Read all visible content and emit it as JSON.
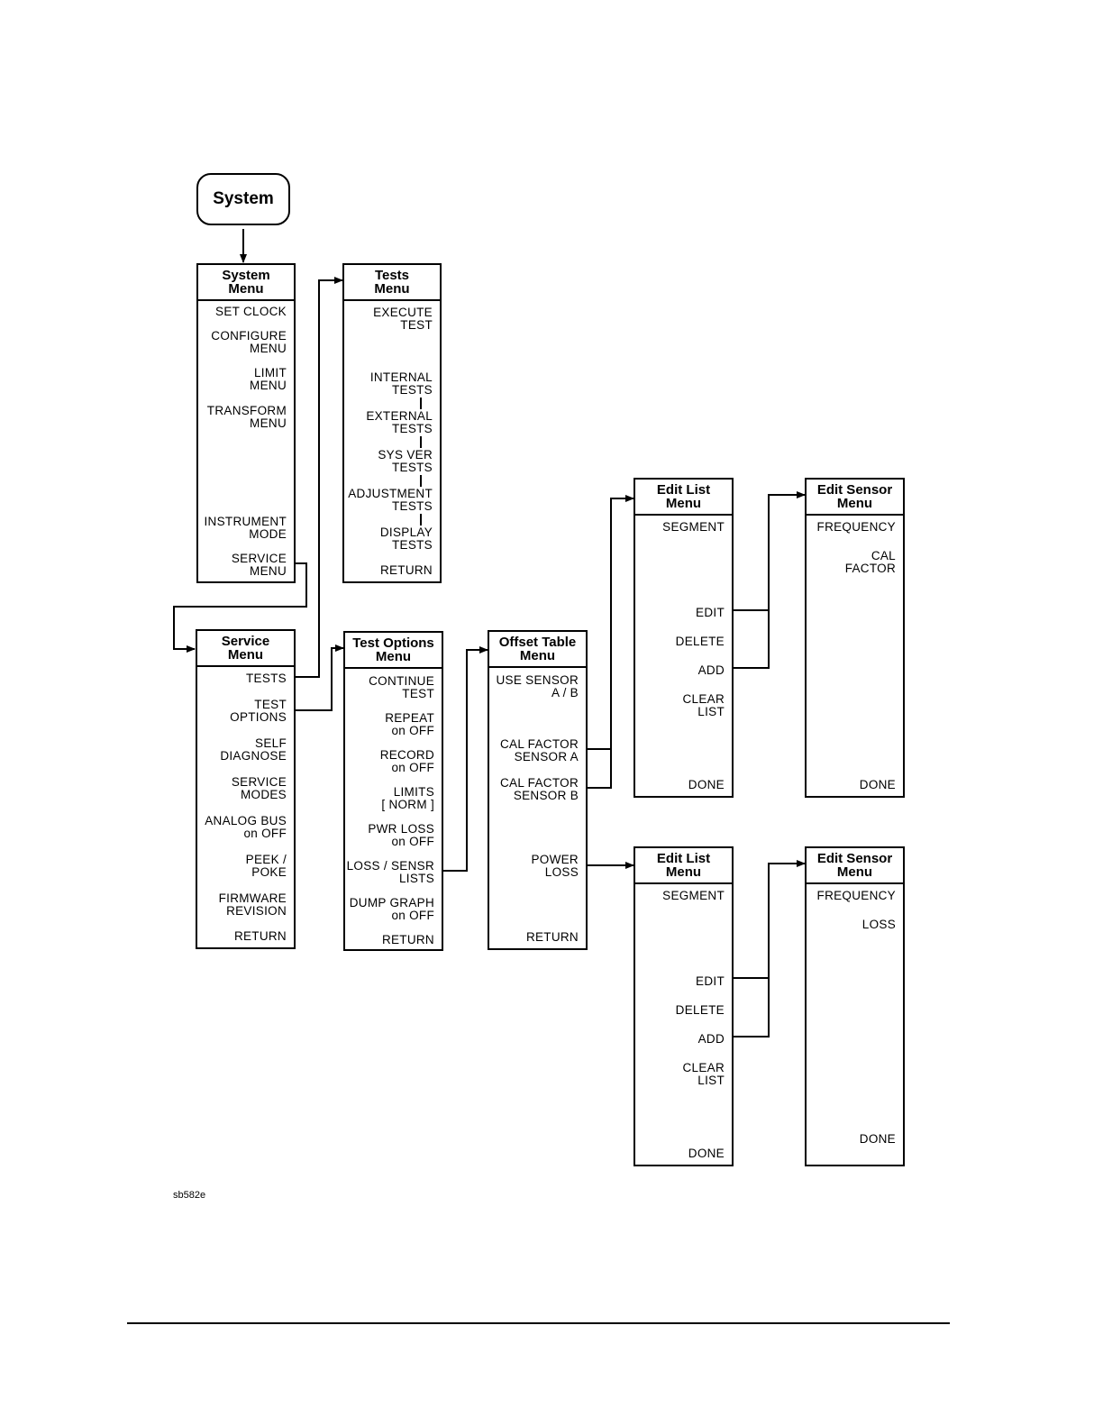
{
  "system_key": {
    "label": "System"
  },
  "system_menu": {
    "title": "System\nMenu",
    "keys": [
      "SET CLOCK",
      "CONFIGURE\nMENU",
      "LIMIT\nMENU",
      "TRANSFORM\nMENU",
      "INSTRUMENT\nMODE",
      "SERVICE\nMENU"
    ]
  },
  "tests_menu": {
    "title": "Tests\nMenu",
    "keys": [
      "EXECUTE\nTEST",
      "INTERNAL\nTESTS",
      "EXTERNAL\nTESTS",
      "SYS  VER\nTESTS",
      "ADJUSTMENT\nTESTS",
      "DISPLAY\nTESTS",
      "RETURN"
    ]
  },
  "service_menu": {
    "title": "Service\nMenu",
    "keys": [
      "TESTS",
      "TEST\nOPTIONS",
      "SELF\nDIAGNOSE",
      "SERVICE\nMODES",
      "ANALOG  BUS\non  OFF",
      "PEEK /\nPOKE",
      "FIRMWARE\nREVISION",
      "RETURN"
    ]
  },
  "test_options_menu": {
    "title": "Test Options\nMenu",
    "keys": [
      "CONTINUE\nTEST",
      "REPEAT\non  OFF",
      "RECORD\non  OFF",
      "LIMITS\n[ NORM ]",
      "PWR  LOSS\non  OFF",
      "LOSS / SENSR\nLISTS",
      "DUMP  GRAPH\non  OFF",
      "RETURN"
    ]
  },
  "offset_table_menu": {
    "title": "Offset Table\nMenu",
    "keys": [
      "USE  SENSOR\nA / B",
      "CAL  FACTOR\nSENSOR  A",
      "CAL  FACTOR\nSENSOR  B",
      "POWER\nLOSS",
      "RETURN"
    ]
  },
  "edit_list_menu_1": {
    "title": "Edit List\nMenu",
    "keys": [
      "SEGMENT",
      "EDIT",
      "DELETE",
      "ADD",
      "CLEAR\nLIST",
      "DONE"
    ]
  },
  "edit_sensor_menu_1": {
    "title": "Edit Sensor\nMenu",
    "keys": [
      "FREQUENCY",
      "CAL\nFACTOR",
      "DONE"
    ]
  },
  "edit_list_menu_2": {
    "title": "Edit List\nMenu",
    "keys": [
      "SEGMENT",
      "EDIT",
      "DELETE",
      "ADD",
      "CLEAR\nLIST",
      "DONE"
    ]
  },
  "edit_sensor_menu_2": {
    "title": "Edit Sensor\nMenu",
    "keys": [
      "FREQUENCY",
      "LOSS",
      "DONE"
    ]
  },
  "figure_id": "sb582e"
}
